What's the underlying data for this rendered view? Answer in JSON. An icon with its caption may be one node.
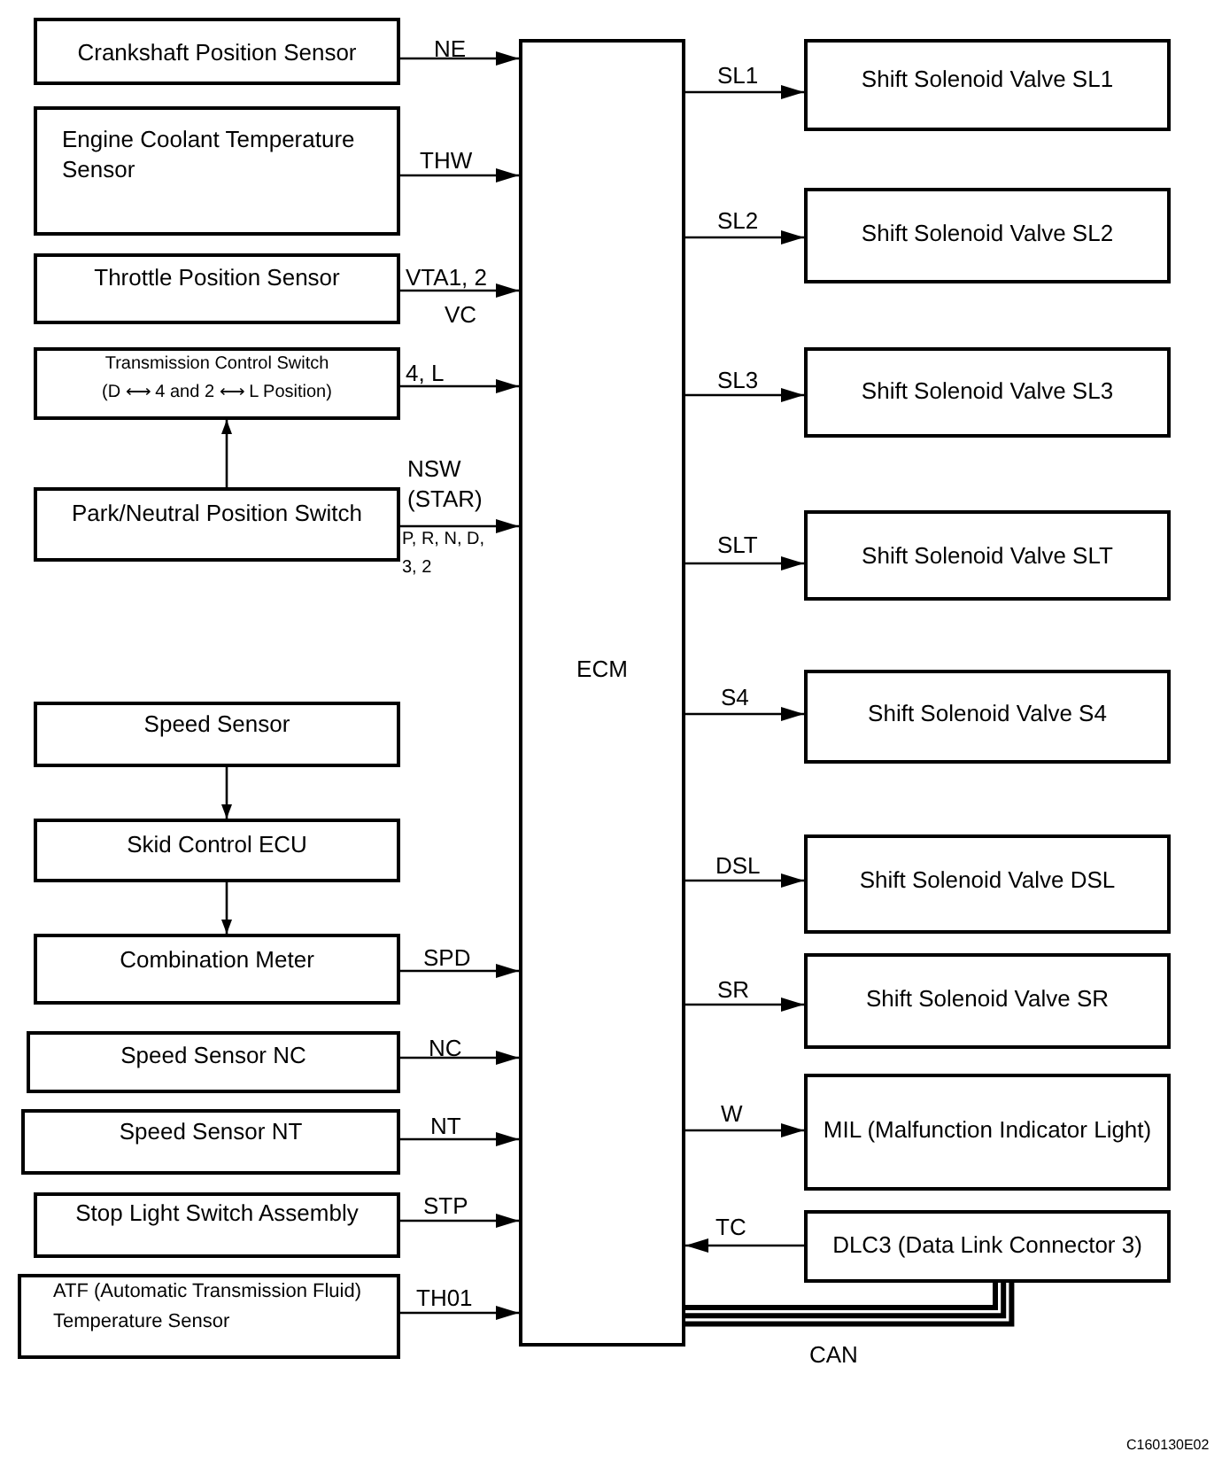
{
  "diagram": {
    "nodes": [
      {
        "text": [
          "Crankshaft Position Sensor"
        ]
      },
      {
        "text": [
          "Engine Coolant Temperature Sensor"
        ]
      },
      {
        "text": [
          "Throttle Position Sensor"
        ]
      },
      {
        "text": [
          "Transmission Control Switch",
          "(D ⟷ 4 and 2 ⟷ L Position)"
        ]
      },
      {
        "text": [
          "Park/Neutral Position Switch"
        ]
      },
      {
        "text": [
          "Speed Sensor"
        ]
      },
      {
        "text": [
          "Skid Control ECU"
        ]
      },
      {
        "text": [
          "Combination Meter"
        ]
      },
      {
        "text": [
          "Speed Sensor NC"
        ]
      },
      {
        "text": [
          "Speed Sensor NT"
        ]
      },
      {
        "text": [
          "Stop Light Switch Assembly"
        ]
      },
      {
        "text": [
          "ATF (Automatic Transmission Fluid) Temperature Sensor"
        ]
      },
      {
        "text": [
          "ECM"
        ]
      },
      {
        "text": [
          "Shift Solenoid Valve SL1"
        ]
      },
      {
        "text": [
          "Shift Solenoid Valve SL2"
        ]
      },
      {
        "text": [
          "Shift Solenoid Valve SL3"
        ]
      },
      {
        "text": [
          "Shift Solenoid Valve SLT"
        ]
      },
      {
        "text": [
          "Shift Solenoid Valve S4"
        ]
      },
      {
        "text": [
          "Shift Solenoid Valve DSL"
        ]
      },
      {
        "text": [
          "Shift Solenoid Valve SR"
        ]
      },
      {
        "text": [
          "MIL (Malfunction Indicator Light)"
        ]
      },
      {
        "text": [
          "DLC3 (Data Link Connector 3)"
        ]
      }
    ],
    "edges": [
      {
        "from": 0,
        "to": 12,
        "arrow": "to",
        "label": "NE"
      },
      {
        "from": 1,
        "to": 12,
        "arrow": "to",
        "label": "THW"
      },
      {
        "from": 2,
        "to": 12,
        "arrow": "to",
        "label": "VTA1, 2"
      },
      {
        "from": 3,
        "to": 12,
        "arrow": "to",
        "label": "4, L"
      },
      {
        "from": 4,
        "to": 12,
        "arrow": "to",
        "label": "NSW (STAR)"
      },
      {
        "from": 4,
        "to": 3,
        "arrow": "to"
      },
      {
        "from": 5,
        "to": 6,
        "arrow": "to"
      },
      {
        "from": 6,
        "to": 7,
        "arrow": "to"
      },
      {
        "from": 7,
        "to": 12,
        "arrow": "to",
        "label": "SPD"
      },
      {
        "from": 8,
        "to": 12,
        "arrow": "to",
        "label": "NC"
      },
      {
        "from": 9,
        "to": 12,
        "arrow": "to",
        "label": "NT"
      },
      {
        "from": 10,
        "to": 12,
        "arrow": "to",
        "label": "STP"
      },
      {
        "from": 11,
        "to": 12,
        "arrow": "to",
        "label": "TH01"
      },
      {
        "from": 12,
        "to": 13,
        "arrow": "to",
        "label": "SL1"
      },
      {
        "from": 12,
        "to": 14,
        "arrow": "to",
        "label": "SL2"
      },
      {
        "from": 12,
        "to": 15,
        "arrow": "to",
        "label": "SL3"
      },
      {
        "from": 12,
        "to": 16,
        "arrow": "to",
        "label": "SLT"
      },
      {
        "from": 12,
        "to": 17,
        "arrow": "to",
        "label": "S4"
      },
      {
        "from": 12,
        "to": 18,
        "arrow": "to",
        "label": "DSL"
      },
      {
        "from": 12,
        "to": 19,
        "arrow": "to",
        "label": "SR"
      },
      {
        "from": 12,
        "to": 20,
        "arrow": "to",
        "label": "W"
      },
      {
        "from": 21,
        "to": 12,
        "arrow": "to",
        "label": "TC"
      },
      {
        "from": 21,
        "to": 12,
        "arrow": "none",
        "label": "CAN",
        "style": "thick"
      }
    ],
    "labels": [
      "VC",
      "P, R, N, D, 3, 2",
      "C160130E02"
    ]
  }
}
